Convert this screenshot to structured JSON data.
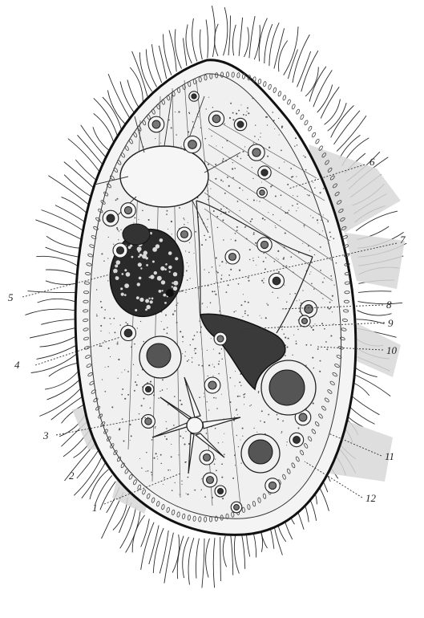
{
  "diagram": {
    "labels": [
      {
        "id": "1",
        "text": "1"
      },
      {
        "id": "2",
        "text": "2"
      },
      {
        "id": "3",
        "text": "3"
      },
      {
        "id": "4",
        "text": "4"
      },
      {
        "id": "5",
        "text": "5"
      },
      {
        "id": "6",
        "text": "6"
      },
      {
        "id": "7",
        "text": "7"
      },
      {
        "id": "8",
        "text": "8"
      },
      {
        "id": "9",
        "text": "9"
      },
      {
        "id": "10",
        "text": "10"
      },
      {
        "id": "11",
        "text": "11"
      },
      {
        "id": "12",
        "text": "12"
      }
    ]
  },
  "colors": {
    "ink": "#1a1a1a",
    "shading": "#dcdcdc",
    "cytoplasm": "#f2f2f2"
  }
}
